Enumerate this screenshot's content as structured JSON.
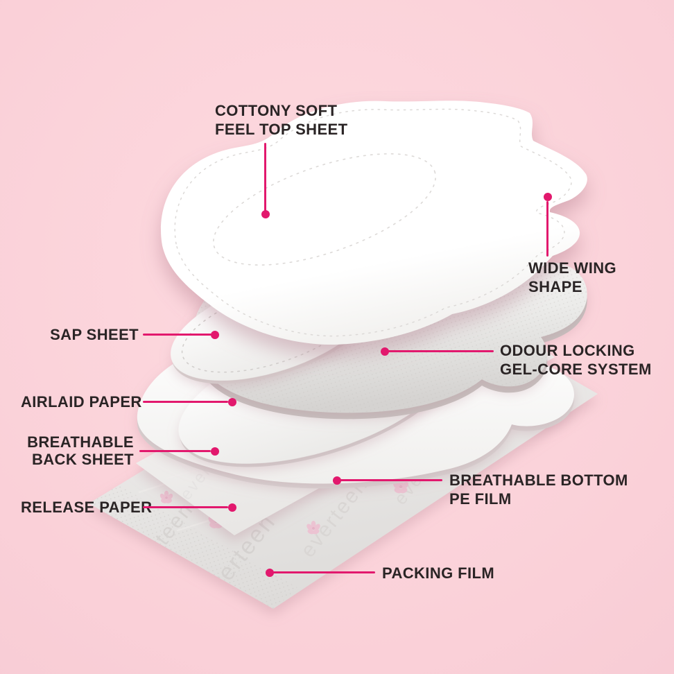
{
  "colors": {
    "accent": "#E2186D",
    "text": "#2A2425",
    "background_center": "#FDDAE0",
    "background_edge": "#F8CCD5",
    "layer_white": "#FFFFFF",
    "watermark_gray": "#D7D4D2",
    "floral_pink": "#ECC3D2"
  },
  "brand_watermark": "everteen",
  "labels": {
    "cottony_soft": {
      "line1": "COTTONY SOFT",
      "line2": "FEEL TOP SHEET"
    },
    "wide_wing": {
      "line1": "WIDE WING",
      "line2": "SHAPE"
    },
    "sap_sheet": {
      "line1": "SAP SHEET"
    },
    "odour_locking": {
      "line1": "ODOUR LOCKING",
      "line2": "GEL-CORE SYSTEM"
    },
    "airlaid_paper": {
      "line1": "AIRLAID PAPER"
    },
    "breathable_back": {
      "line1": "BREATHABLE",
      "line2": "BACK SHEET"
    },
    "bottom_pe_film": {
      "line1": "BREATHABLE BOTTOM",
      "line2": "PE FILM"
    },
    "release_paper": {
      "line1": "RELEASE PAPER"
    },
    "packing_film": {
      "line1": "PACKING FILM"
    }
  }
}
